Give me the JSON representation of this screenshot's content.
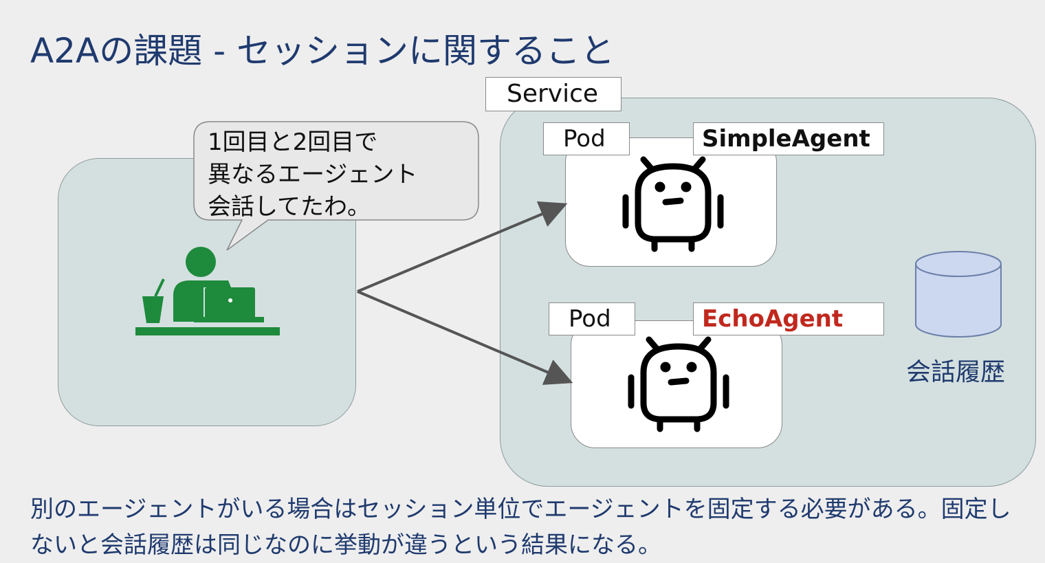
{
  "title": "A2Aの課題 - セッションに関すること",
  "bubble": {
    "lines": [
      "1回目と2回目で",
      "異なるエージェント",
      "会話してたわ。"
    ]
  },
  "service": {
    "label": "Service"
  },
  "pods": [
    {
      "label": "Pod",
      "agent_name": "SimpleAgent",
      "agent_color": "#111111"
    },
    {
      "label": "Pod",
      "agent_name": "EchoAgent",
      "agent_color": "#c0281e"
    }
  ],
  "database": {
    "label": "会話履歴",
    "fill_color": "#ccd7f0"
  },
  "footer": "別のエージェントがいる場合はセッション単位でエージェントを固定する必要がある。固定しないと会話履歴は同じなのに挙動が違うという結果になる。",
  "colors": {
    "title": "#1f3a6e",
    "user_green": "#1e8a3c",
    "panel": "#d4e0e0",
    "arrow": "#555555"
  },
  "icons": [
    "person-at-laptop-icon",
    "robot-icon",
    "database-cylinder-icon",
    "drink-cup-icon"
  ]
}
